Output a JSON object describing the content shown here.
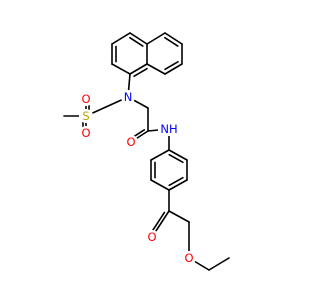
{
  "molecule": {
    "atoms": {
      "S": {
        "text": "S",
        "color": "#B8A400"
      },
      "O1": {
        "text": "O",
        "color": "#FF0000"
      },
      "O2": {
        "text": "O",
        "color": "#FF0000"
      },
      "N1": {
        "text": "N",
        "color": "#0000FF"
      },
      "O3": {
        "text": "O",
        "color": "#FF0000"
      },
      "NH": {
        "text": "NH",
        "color": "#0000FF"
      },
      "O4": {
        "text": "O",
        "color": "#FF0000"
      },
      "O5": {
        "text": "O",
        "color": "#FF0000"
      }
    },
    "bond_color": "#000000"
  }
}
